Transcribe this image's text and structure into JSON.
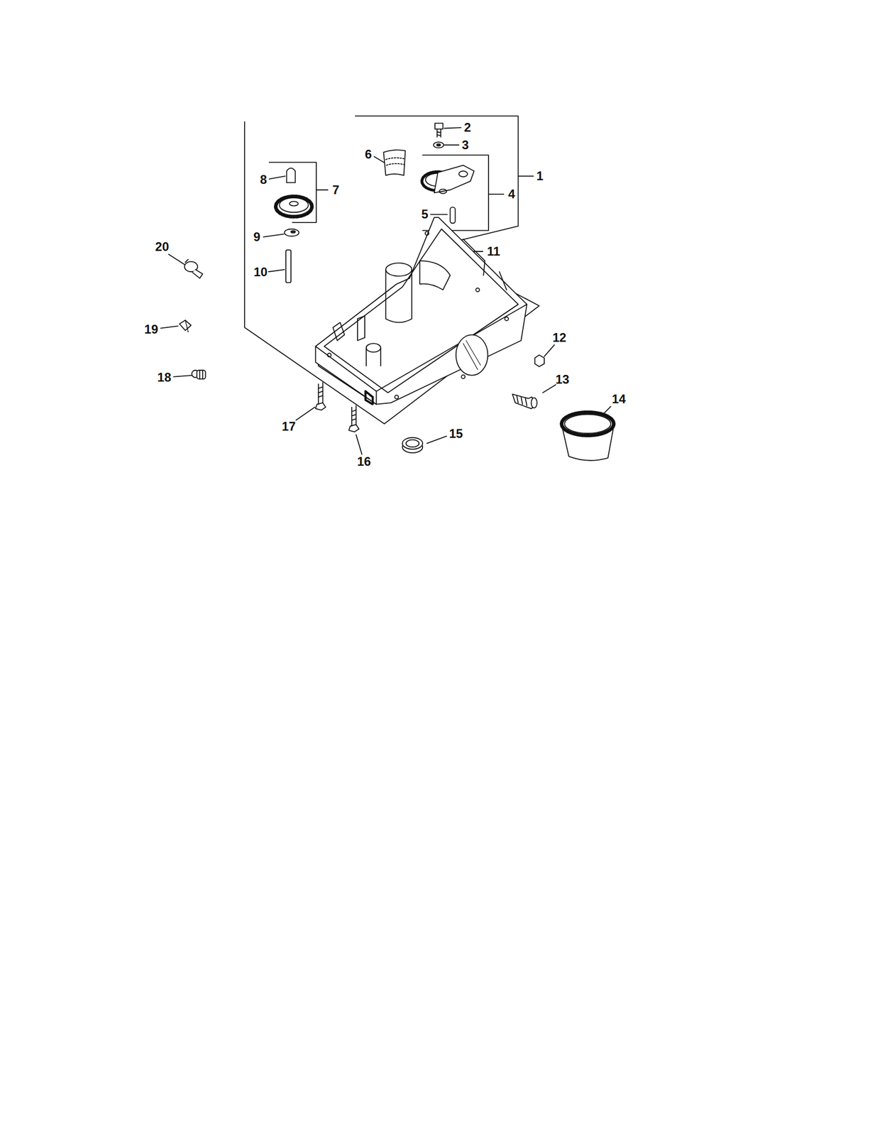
{
  "diagram": {
    "labels": [
      "2",
      "3",
      "6",
      "1",
      "8",
      "7",
      "4",
      "5",
      "9",
      "11",
      "20",
      "10",
      "19",
      "12",
      "18",
      "13",
      "14",
      "17",
      "15",
      "16"
    ]
  }
}
